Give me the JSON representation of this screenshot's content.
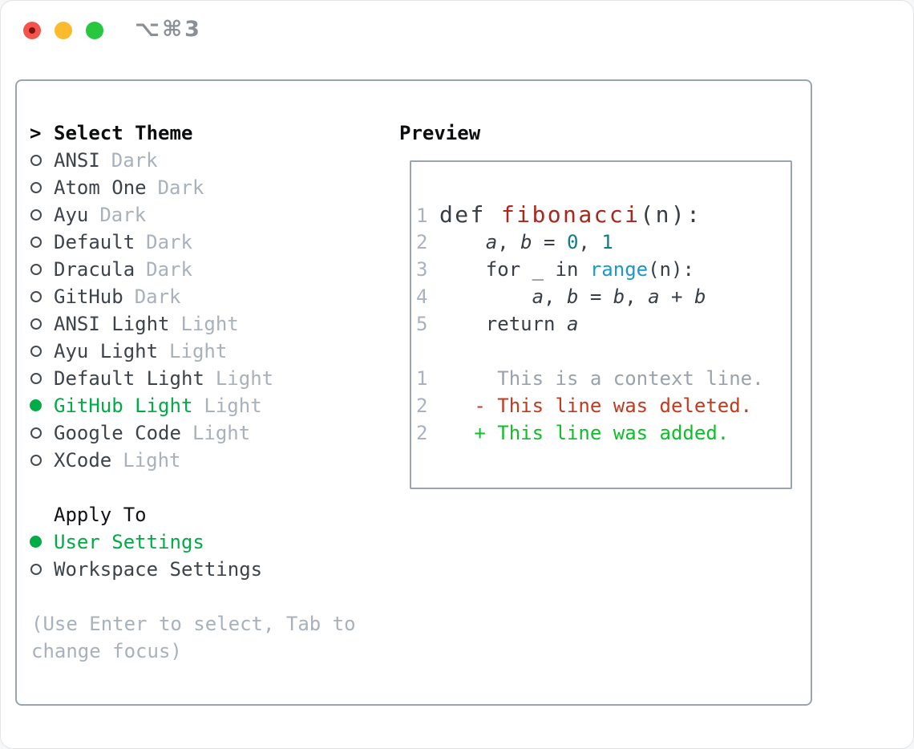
{
  "window": {
    "title": "⌥⌘3",
    "traffic_lights": [
      "close",
      "minimize",
      "zoom"
    ]
  },
  "theme_panel": {
    "prompt": ">",
    "header": "Select Theme",
    "themes": [
      {
        "name": "ANSI",
        "variant": "Dark",
        "selected": false
      },
      {
        "name": "Atom One",
        "variant": "Dark",
        "selected": false
      },
      {
        "name": "Ayu",
        "variant": "Dark",
        "selected": false
      },
      {
        "name": "Default",
        "variant": "Dark",
        "selected": false
      },
      {
        "name": "Dracula",
        "variant": "Dark",
        "selected": false
      },
      {
        "name": "GitHub",
        "variant": "Dark",
        "selected": false
      },
      {
        "name": "ANSI Light",
        "variant": "Light",
        "selected": false
      },
      {
        "name": "Ayu Light",
        "variant": "Light",
        "selected": false
      },
      {
        "name": "Default Light",
        "variant": "Light",
        "selected": false
      },
      {
        "name": "GitHub Light",
        "variant": "Light",
        "selected": true
      },
      {
        "name": "Google Code",
        "variant": "Light",
        "selected": false
      },
      {
        "name": "XCode",
        "variant": "Light",
        "selected": false
      }
    ],
    "apply_to": {
      "label": "Apply To",
      "options": [
        {
          "name": "User Settings",
          "selected": true
        },
        {
          "name": "Workspace Settings",
          "selected": false
        }
      ]
    },
    "hint": "(Use Enter to select, Tab to change focus)"
  },
  "preview": {
    "label": "Preview",
    "code_lines": [
      {
        "num": "1",
        "size": "lg",
        "segments": [
          {
            "t": "def ",
            "c": "plain"
          },
          {
            "t": "fibonacci",
            "c": "func"
          },
          {
            "t": "(n):",
            "c": "plain"
          }
        ]
      },
      {
        "num": "2",
        "segments": [
          {
            "t": "    ",
            "c": "plain"
          },
          {
            "t": "a",
            "c": "var"
          },
          {
            "t": ", ",
            "c": "plain"
          },
          {
            "t": "b",
            "c": "var"
          },
          {
            "t": " = ",
            "c": "plain"
          },
          {
            "t": "0",
            "c": "num"
          },
          {
            "t": ", ",
            "c": "plain"
          },
          {
            "t": "1",
            "c": "num"
          }
        ]
      },
      {
        "num": "3",
        "segments": [
          {
            "t": "    for _ in ",
            "c": "plain"
          },
          {
            "t": "range",
            "c": "call"
          },
          {
            "t": "(n):",
            "c": "plain"
          }
        ]
      },
      {
        "num": "4",
        "segments": [
          {
            "t": "        ",
            "c": "plain"
          },
          {
            "t": "a",
            "c": "var"
          },
          {
            "t": ", ",
            "c": "plain"
          },
          {
            "t": "b",
            "c": "var"
          },
          {
            "t": " = ",
            "c": "plain"
          },
          {
            "t": "b",
            "c": "var"
          },
          {
            "t": ", ",
            "c": "plain"
          },
          {
            "t": "a",
            "c": "var"
          },
          {
            "t": " + ",
            "c": "plain"
          },
          {
            "t": "b",
            "c": "var"
          }
        ]
      },
      {
        "num": "5",
        "segments": [
          {
            "t": "    return ",
            "c": "plain"
          },
          {
            "t": "a",
            "c": "var"
          }
        ]
      },
      {
        "num": "",
        "segments": []
      }
    ],
    "diff_lines": [
      {
        "num": "1",
        "c": "context",
        "t": "     This is a context line."
      },
      {
        "num": "2",
        "c": "deleted",
        "t": "   - This line was deleted."
      },
      {
        "num": "2",
        "c": "added",
        "t": "   + This line was added."
      }
    ]
  },
  "colors": {
    "selection_green": "#00ac45",
    "added_green": "#0dc02a",
    "deleted_red": "#c33a1e",
    "function_red": "#a9281e",
    "number_teal": "#0c7d89",
    "call_blue": "#1b98ce",
    "muted_gray": "#a8b1bc",
    "text_dark": "#3d434b",
    "panel_border": "#9aa4b3",
    "traffic_red": "#f4544c",
    "traffic_yellow": "#fcbb2d",
    "traffic_green": "#27c83f"
  }
}
